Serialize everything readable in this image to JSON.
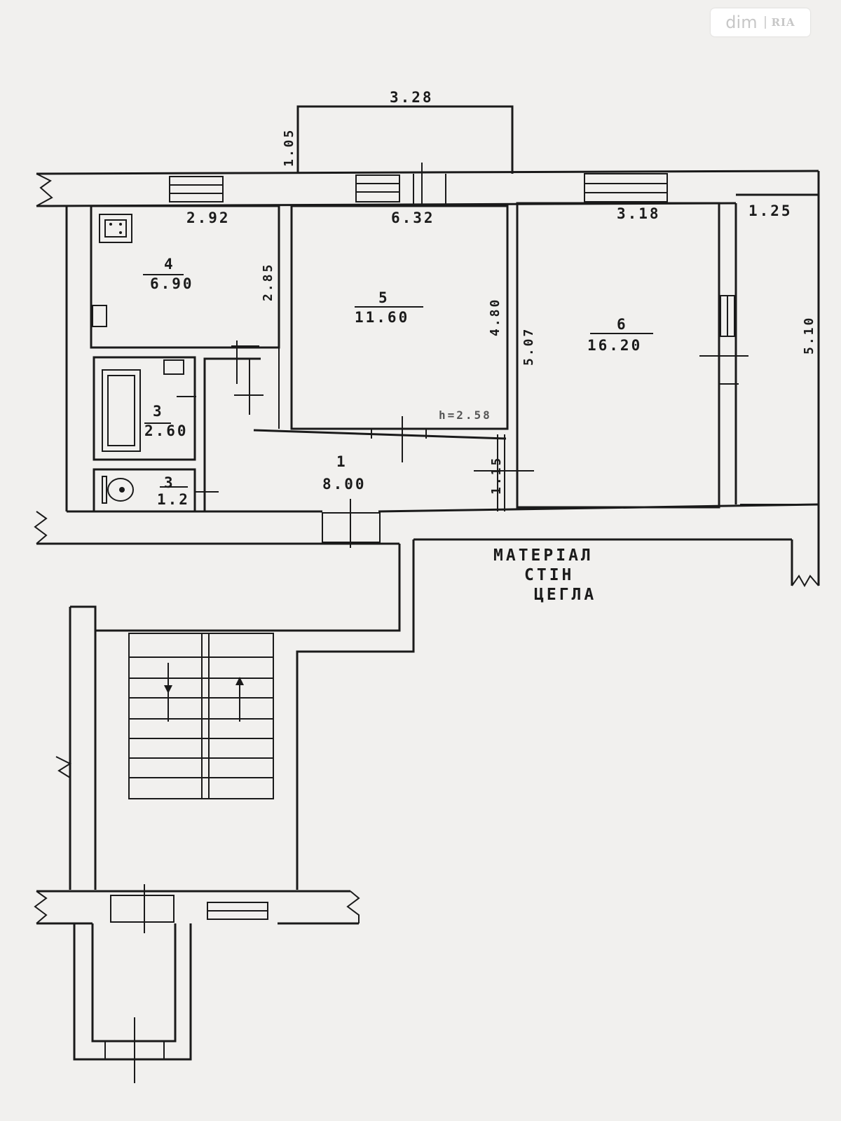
{
  "watermark": {
    "brand": "dim",
    "brand2": "RIA"
  },
  "dimensions": {
    "balcony_width": "3.28",
    "balcony_depth": "1.05",
    "room4_width": "2.92",
    "room4_height": "2.85",
    "room5_width": "6.32",
    "room5_height": "4.80",
    "room6_width": "3.18",
    "room6_height": "5.07",
    "room6_side": "1.25",
    "side_height": "5.10",
    "ceiling": "h=2.58",
    "corridor_depth": "1.15"
  },
  "rooms": [
    {
      "number": "4",
      "area": "6.90"
    },
    {
      "number": "5",
      "area": "11.60"
    },
    {
      "number": "6",
      "area": "16.20"
    },
    {
      "number": "3",
      "area": "2.60"
    },
    {
      "number": "3",
      "area": "1.2"
    },
    {
      "number": "1",
      "area": "8.00"
    }
  ],
  "note": {
    "line1": "МАТЕРІАЛ",
    "line2": "СТІН",
    "line3": "ЦЕГЛА"
  }
}
